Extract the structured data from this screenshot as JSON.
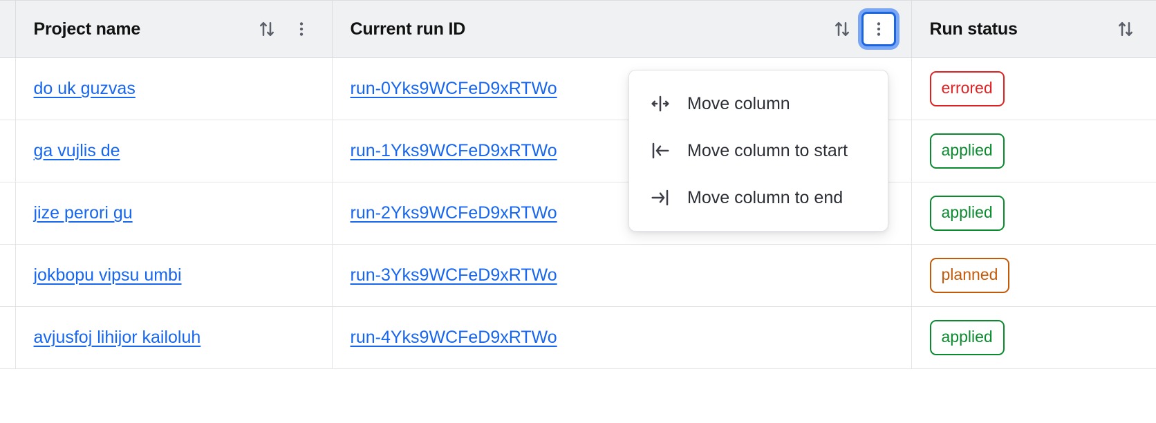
{
  "table": {
    "columns": [
      {
        "key": "select",
        "label": "",
        "sortable": false,
        "has_menu": false
      },
      {
        "key": "project",
        "label": "Project name",
        "sortable": true,
        "has_menu": true,
        "menu_focused": false
      },
      {
        "key": "runid",
        "label": "Current run ID",
        "sortable": true,
        "has_menu": true,
        "menu_focused": true
      },
      {
        "key": "status",
        "label": "Run status",
        "sortable": true,
        "has_menu": false,
        "menu_focused": false
      }
    ],
    "rows": [
      {
        "project": "do uk guzvas",
        "run_id": "run-0Yks9WCFeD9xRTWo",
        "status": "errored"
      },
      {
        "project": "ga vujlis de",
        "run_id": "run-1Yks9WCFeD9xRTWo",
        "status": "applied"
      },
      {
        "project": "jize perori gu",
        "run_id": "run-2Yks9WCFeD9xRTWo",
        "status": "applied"
      },
      {
        "project": "jokbopu vipsu umbi",
        "run_id": "run-3Yks9WCFeD9xRTWo",
        "status": "planned"
      },
      {
        "project": "avjusfoj lihijor kailoluh",
        "run_id": "run-4Yks9WCFeD9xRTWo",
        "status": "applied"
      }
    ]
  },
  "column_menu": {
    "open_for_column": "Current run ID",
    "items": [
      {
        "icon": "move-column-icon",
        "label": "Move column"
      },
      {
        "icon": "move-column-to-start-icon",
        "label": "Move column to start"
      },
      {
        "icon": "move-column-to-end-icon",
        "label": "Move column to end"
      }
    ]
  },
  "status_colors": {
    "errored": "#e02020",
    "applied": "#0a8a2e",
    "planned": "#c35a09"
  },
  "theme": {
    "link": "#1766f0",
    "header_bg": "#f0f1f3",
    "focus_ring": "#1b66e0",
    "border": "#e3e4e8"
  }
}
